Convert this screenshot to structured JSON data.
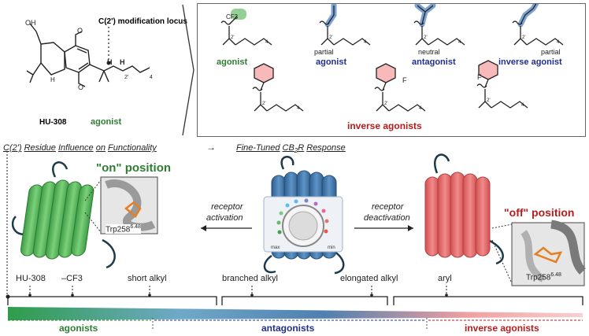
{
  "top_left": {
    "locus_label": "C(2') modification locus",
    "compound_name": "HU-308",
    "compound_activity": "agonist"
  },
  "top_panel": {
    "row1": [
      {
        "activity_prefix": "",
        "activity": "agonist",
        "color": "#2e7d32",
        "highlight": "#66bb6a",
        "sub": "CF3"
      },
      {
        "activity_prefix": "partial",
        "activity": "agonist",
        "color": "#1f2f8f",
        "highlight": "#5b8cc4",
        "sub": ""
      },
      {
        "activity_prefix": "neutral",
        "activity": "antagonist",
        "color": "#1f2f8f",
        "highlight": "#5b8cc4",
        "sub": ""
      },
      {
        "activity_prefix": "partial",
        "activity": "inverse agonist",
        "color": "#1f2f8f",
        "highlight": "#5b8cc4",
        "sub": ""
      }
    ],
    "row2_label": "inverse agonists",
    "row2_color": "#b71c1c",
    "fluoro_label": "F"
  },
  "middle_heading": {
    "left_words": [
      "C(2')",
      "Residue",
      "Influence",
      "on",
      "Functionality"
    ],
    "arrow": "→",
    "right_words": [
      "Fine-Tuned",
      "CB",
      "2",
      "R",
      "Response"
    ]
  },
  "receptors": {
    "on_label": "\"on\" position",
    "off_label": "\"off\" position",
    "residue_left": "Trp258",
    "residue_left_sup": "6.48",
    "residue_right": "Trp258",
    "residue_right_sup": "6.48",
    "activation_label": [
      "receptor",
      "activation"
    ],
    "deactivation_label": [
      "receptor",
      "deactivation"
    ],
    "dial_max": "max",
    "dial_min": "min"
  },
  "scale": {
    "ticks": [
      "HU-308",
      "–CF3",
      "short alkyl",
      "branched alkyl",
      "elongated alkyl",
      "aryl"
    ],
    "categories": [
      {
        "label": "agonists",
        "color": "#2e7d32"
      },
      {
        "label": "antagonists",
        "color": "#1f2f8f"
      },
      {
        "label": "inverse agonists",
        "color": "#b71c1c"
      }
    ]
  },
  "colors": {
    "green": "#2e7d32",
    "blue": "#1f2f8f",
    "red": "#b71c1c",
    "receptor_green": "#5cb85c",
    "receptor_blue": "#3d6d9e",
    "receptor_red": "#e06666"
  }
}
